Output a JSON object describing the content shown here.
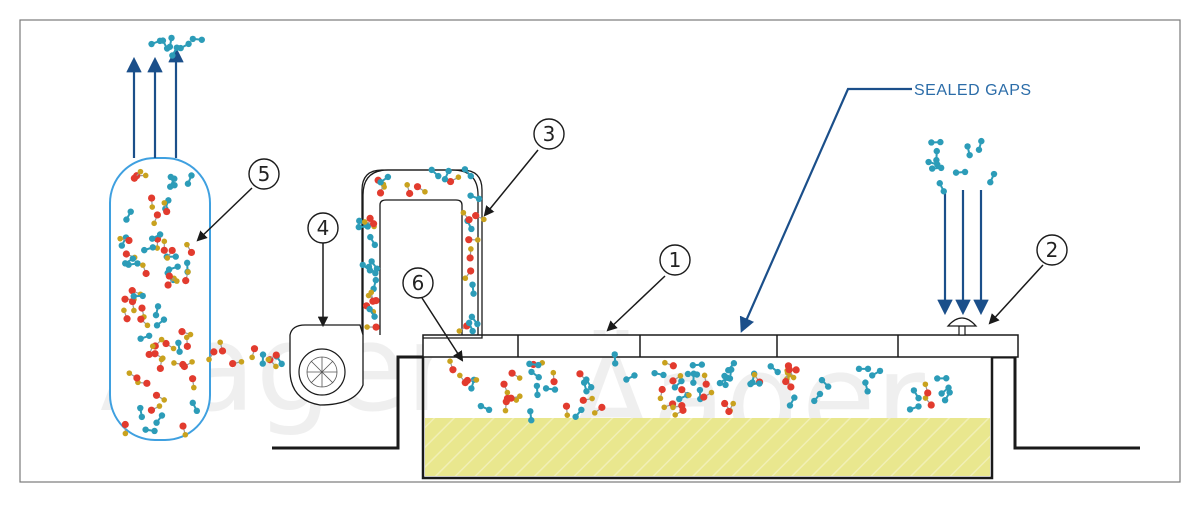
{
  "watermark": {
    "text_left": "Äager",
    "text_right": "Äager"
  },
  "labels": {
    "sealed_gaps": "SEALED GAPS"
  },
  "callouts": [
    {
      "id": "1",
      "text": "1"
    },
    {
      "id": "2",
      "text": "2"
    },
    {
      "id": "3",
      "text": "3"
    },
    {
      "id": "4",
      "text": "4"
    },
    {
      "id": "5",
      "text": "5"
    },
    {
      "id": "6",
      "text": "6"
    }
  ],
  "colors": {
    "frame": "#7a7a7a",
    "line": "#1a1a1a",
    "arrow": "#1b4f8a",
    "label": "#2b6ca8",
    "vessel": "#3fa0e0",
    "sludge": "#e9e78e",
    "molecule_red": "#e23b2e",
    "molecule_gold": "#c9a21e",
    "molecule_teal": "#2c9cb8"
  }
}
